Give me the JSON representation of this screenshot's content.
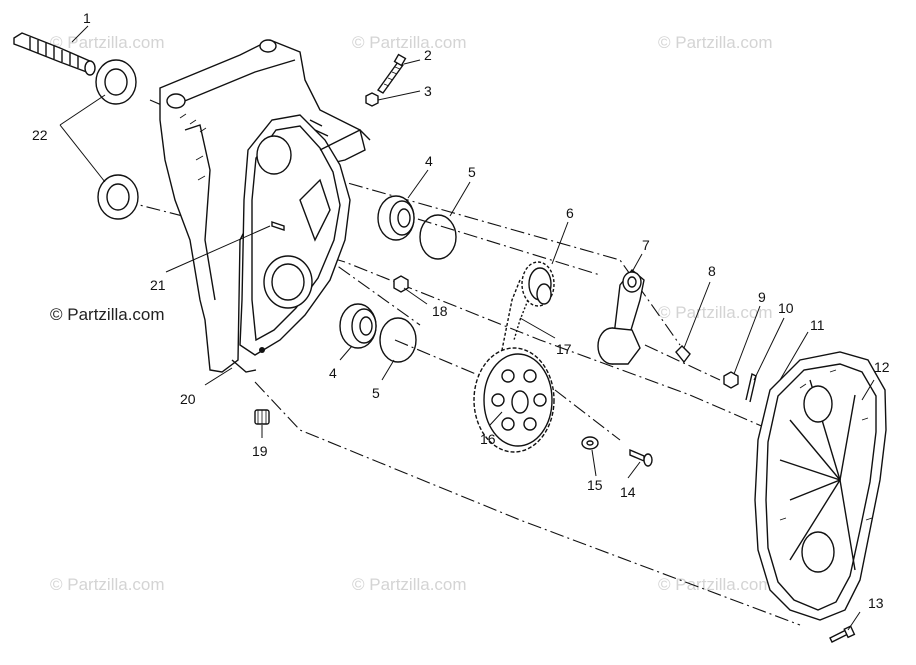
{
  "diagram": {
    "watermark_text": "© Partzilla.com",
    "main_watermark_text": "© Partzilla.com",
    "callouts": [
      "1",
      "2",
      "3",
      "4",
      "5",
      "6",
      "7",
      "8",
      "9",
      "10",
      "11",
      "12",
      "13",
      "14",
      "15",
      "16",
      "17",
      "18",
      "19",
      "20",
      "21",
      "22"
    ],
    "extra_callouts": [
      "4",
      "5"
    ]
  }
}
